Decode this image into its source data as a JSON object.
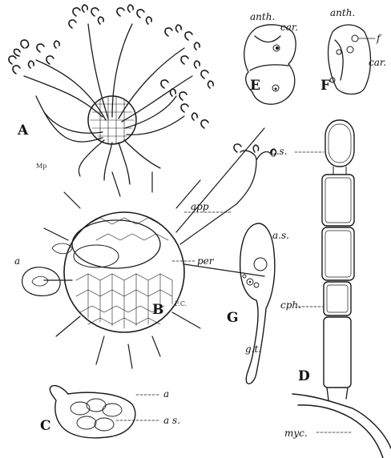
{
  "panels": {
    "A": "A",
    "B": "B",
    "C": "C",
    "D": "D",
    "E": "E",
    "F": "F",
    "G": "G"
  },
  "labels": {
    "anth_e": "anth.",
    "car_e": "car.",
    "anth_f": "anth.",
    "f": "f",
    "car_f": "car.",
    "app": "app",
    "per": "per",
    "a_b": "a",
    "a_c": "a",
    "as_c": "a s.",
    "as_g": "a.s.",
    "gt": "g.t.",
    "cs": "c.s.",
    "cph": "cph.",
    "myc": "myc."
  },
  "marks": {
    "mp": "Mp",
    "ta": "F.C."
  },
  "colors": {
    "ink": "#1a1a1a",
    "paper": "#ffffff"
  }
}
